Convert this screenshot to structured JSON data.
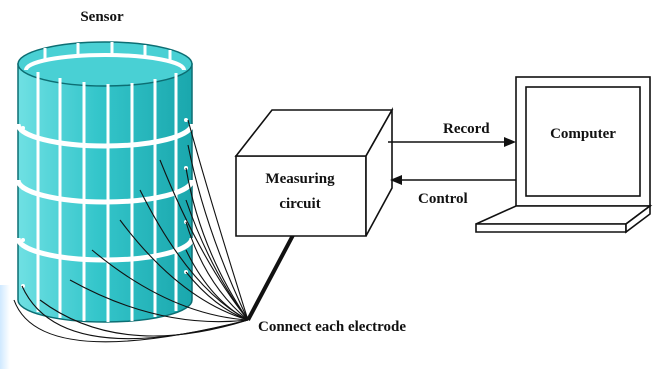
{
  "labels": {
    "sensor": "Sensor",
    "measuring_line1": "Measuring",
    "measuring_line2": "circuit",
    "computer": "Computer",
    "record": "Record",
    "control": "Control",
    "connect": "Connect each electrode"
  },
  "colors": {
    "electrode": "#27c3c8",
    "electrode_dark": "#1aa3a8",
    "line": "#111111",
    "background": "#ffffff"
  }
}
